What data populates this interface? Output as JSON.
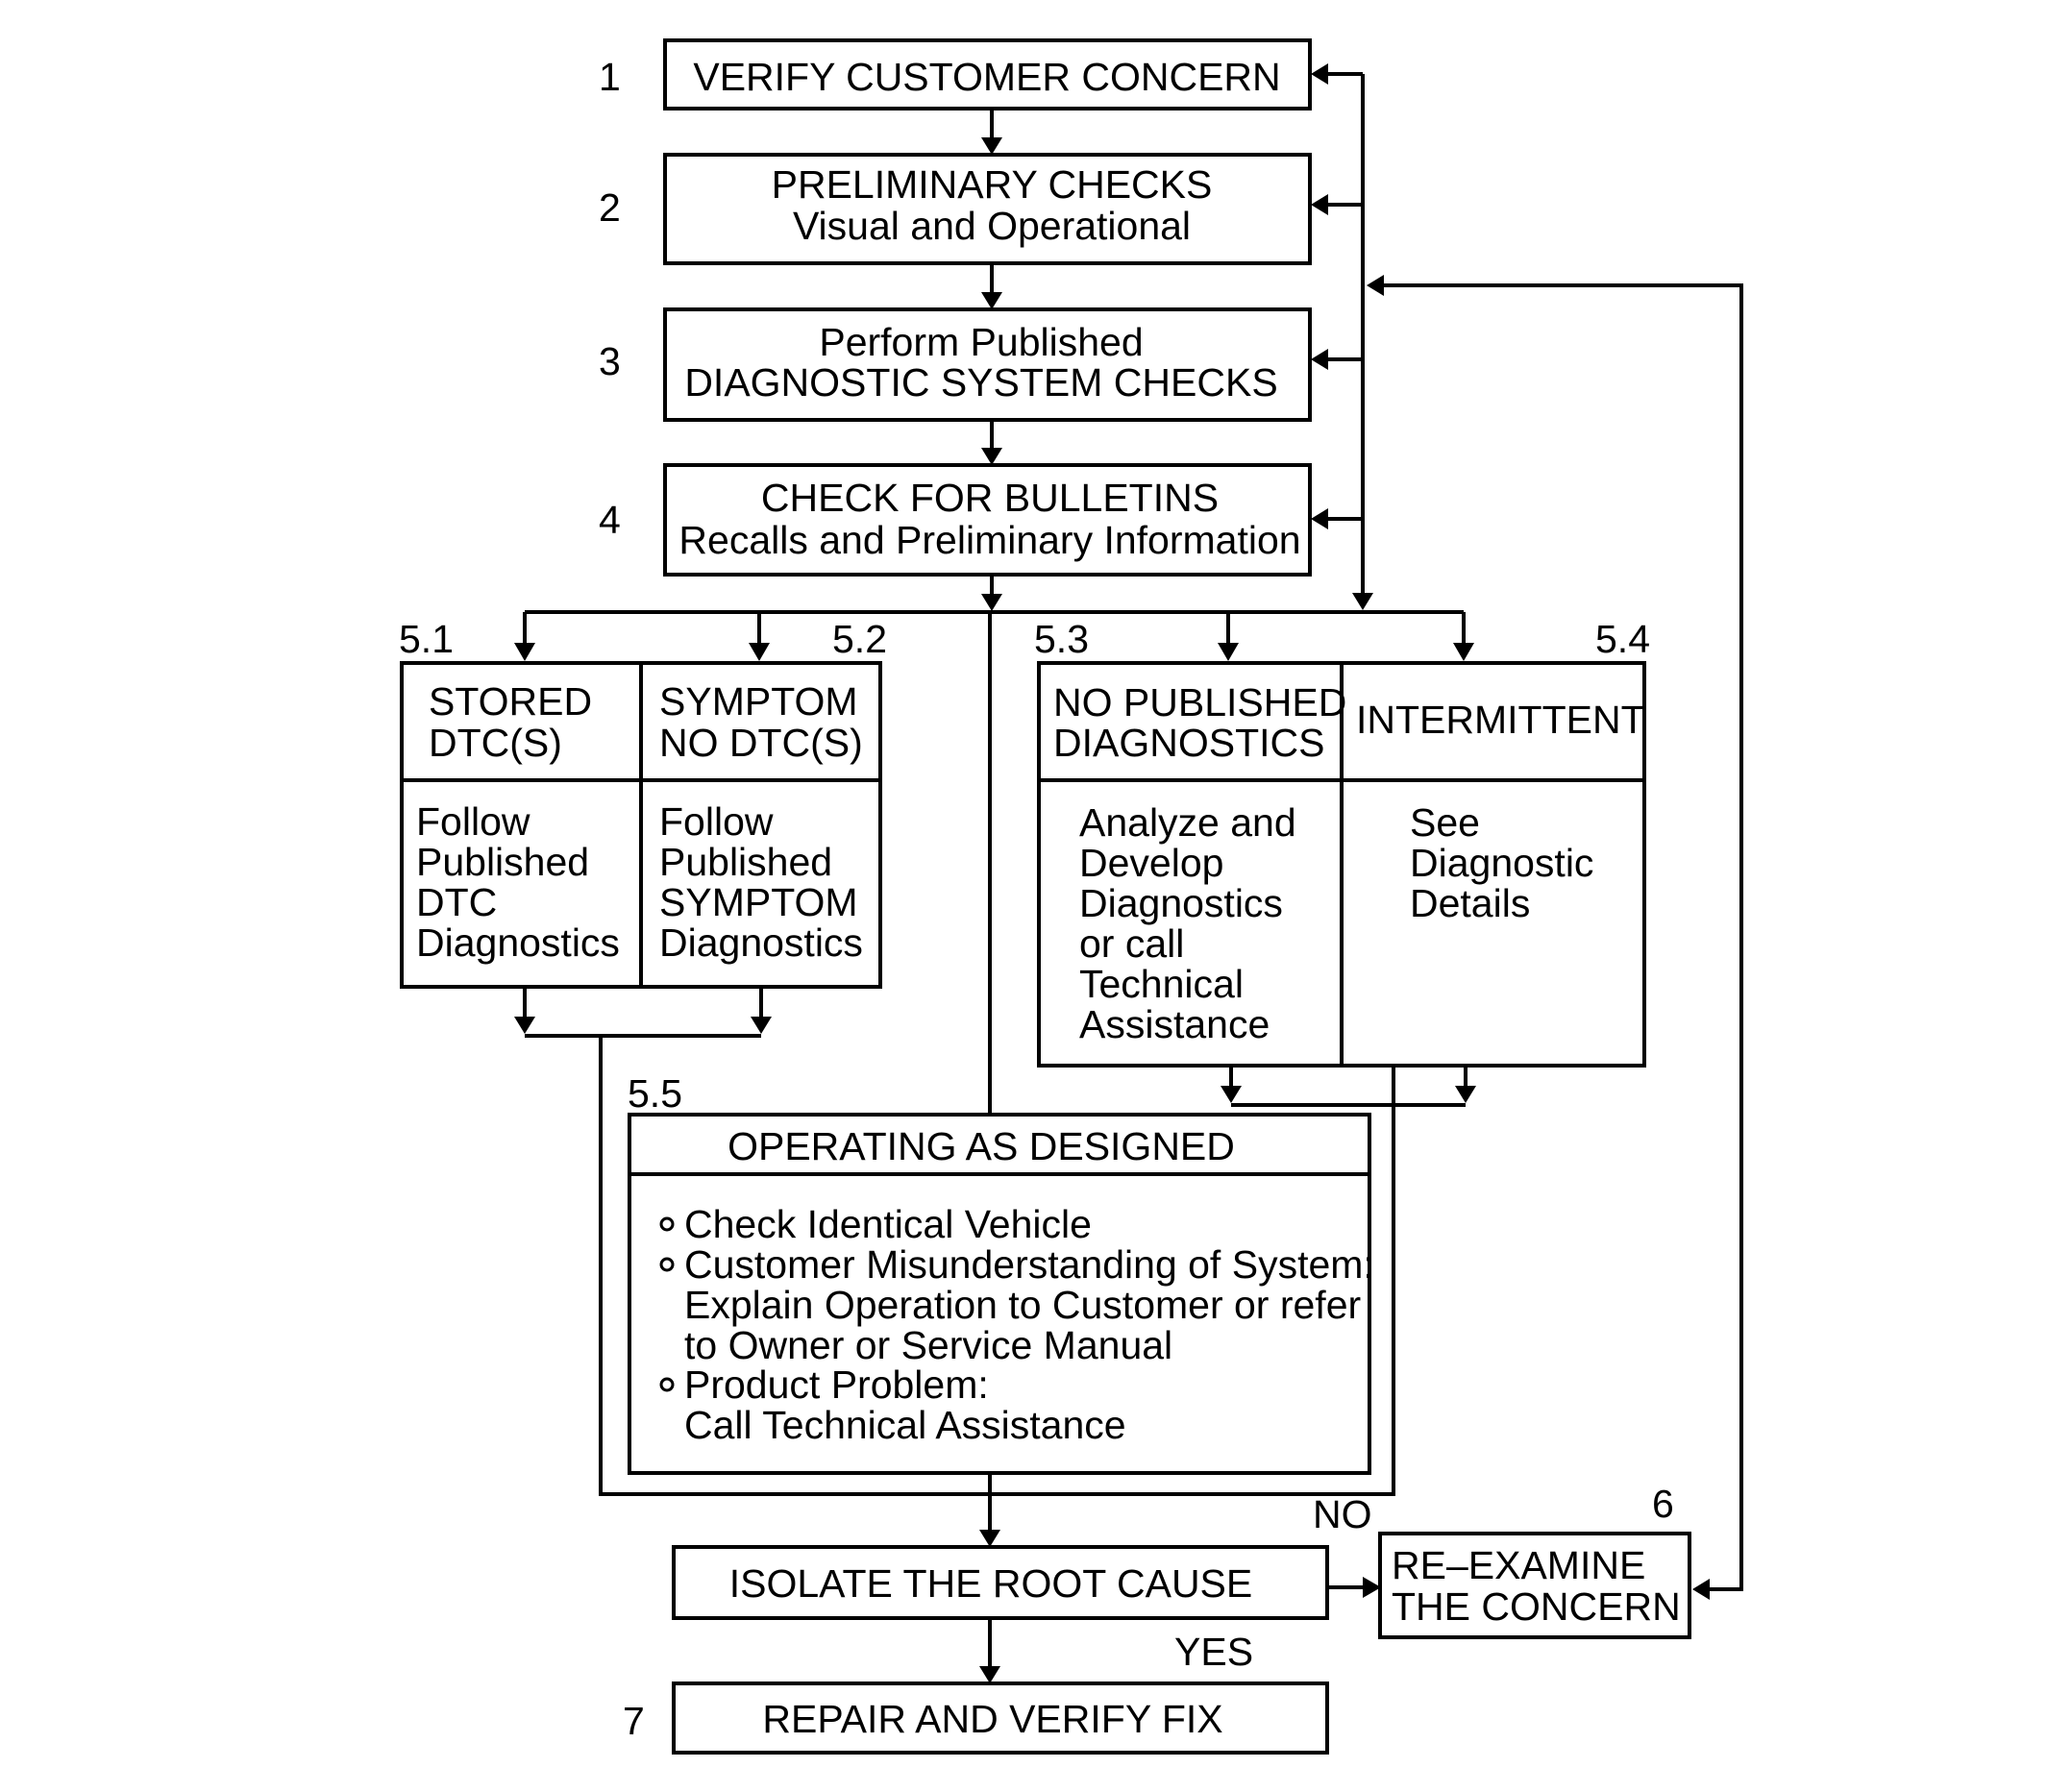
{
  "steps": {
    "s1": {
      "number": "1",
      "line1": "VERIFY CUSTOMER CONCERN"
    },
    "s2": {
      "number": "2",
      "line1": "PRELIMINARY CHECKS",
      "line2": "Visual and Operational"
    },
    "s3": {
      "number": "3",
      "line1": "Perform Published",
      "line2": "DIAGNOSTIC SYSTEM CHECKS"
    },
    "s4": {
      "number": "4",
      "line1": "CHECK FOR BULLETINS",
      "line2": "Recalls and Preliminary Information"
    },
    "s51": {
      "number": "5.1",
      "head": [
        "STORED",
        "DTC(S)"
      ],
      "body": [
        "Follow",
        "Published",
        "DTC",
        "Diagnostics"
      ]
    },
    "s52": {
      "number": "5.2",
      "head": [
        "SYMPTOM",
        "NO DTC(S)"
      ],
      "body": [
        "Follow",
        "Published",
        "SYMPTOM",
        "Diagnostics"
      ]
    },
    "s53": {
      "number": "5.3",
      "head": [
        "NO PUBLISHED",
        "DIAGNOSTICS"
      ],
      "body": [
        "Analyze and",
        "Develop",
        "Diagnostics",
        "or call",
        "Technical",
        "Assistance"
      ]
    },
    "s54": {
      "number": "5.4",
      "head": [
        "INTERMITTENT"
      ],
      "body": [
        "See",
        "Diagnostic",
        "Details"
      ]
    },
    "s55": {
      "number": "5.5",
      "title": "OPERATING AS DESIGNED",
      "bullets": [
        {
          "lines": [
            "Check Identical Vehicle"
          ]
        },
        {
          "lines": [
            "Customer Misunderstanding of System:",
            "Explain Operation to Customer or refer",
            "to Owner or Service Manual"
          ]
        },
        {
          "lines": [
            "Product Problem:",
            "Call Technical Assistance"
          ]
        }
      ]
    },
    "isolate": {
      "label": "ISOLATE THE ROOT CAUSE"
    },
    "s6": {
      "number": "6",
      "line1": "RE–EXAMINE",
      "line2": "THE CONCERN"
    },
    "s7": {
      "number": "7",
      "label": "REPAIR AND VERIFY FIX"
    }
  },
  "edge_labels": {
    "no": "NO",
    "yes": "YES"
  },
  "colors": {
    "ink": "#000000",
    "background": "#ffffff"
  }
}
